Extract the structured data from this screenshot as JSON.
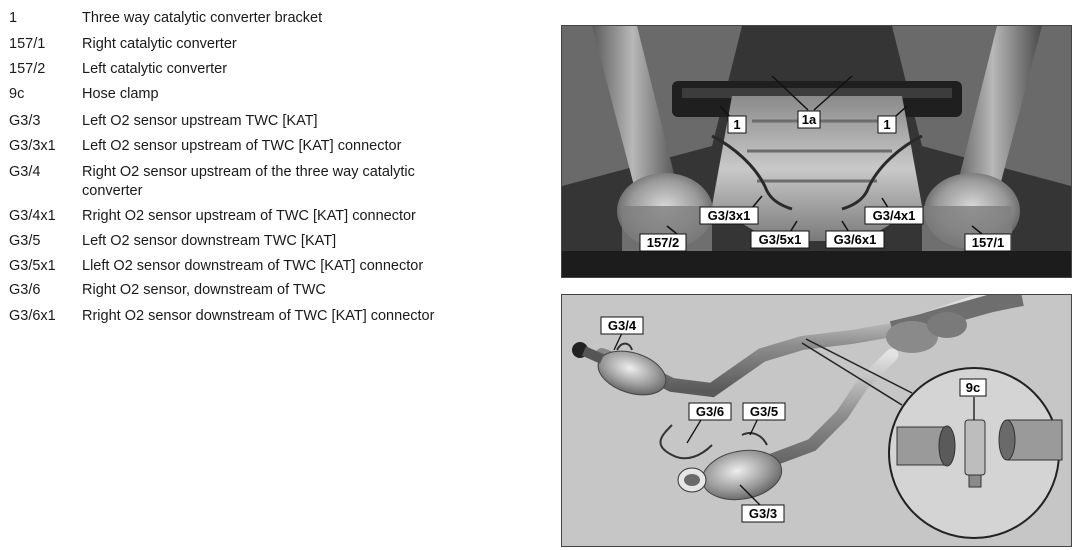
{
  "legend": [
    {
      "code": "1",
      "desc": "Three way catalytic converter bracket"
    },
    {
      "code": "157/1",
      "desc": "Right catalytic converter"
    },
    {
      "code": "157/2",
      "desc": "Left catalytic converter"
    },
    {
      "code": "9c",
      "desc": "Hose clamp"
    },
    {
      "code": "G3/3",
      "desc": "Left O2 sensor upstream TWC [KAT]"
    },
    {
      "code": "G3/3x1",
      "desc": "Left O2 sensor upstream of TWC [KAT] connector"
    },
    {
      "code": "G3/4",
      "desc": "Right O2 sensor upstream of the three way catalytic converter"
    },
    {
      "code": "G3/4x1",
      "desc": "Rright O2 sensor upstream of TWC [KAT] connector"
    },
    {
      "code": "G3/5",
      "desc": "Left O2 sensor downstream TWC [KAT]"
    },
    {
      "code": "G3/5x1",
      "desc": "Lleft O2 sensor downstream of TWC [KAT] connector"
    },
    {
      "code": "G3/6",
      "desc": "Right O2 sensor, downstream of TWC"
    },
    {
      "code": "G3/6x1",
      "desc": "Rright O2 sensor downstream of TWC [KAT] connector"
    }
  ],
  "figure_top": {
    "labels": {
      "bracket_left": "1",
      "bracket_center": "1a",
      "bracket_right": "1",
      "conn_g33x1": "G3/3x1",
      "conn_g34x1": "G3/4x1",
      "conn_g35x1": "G3/5x1",
      "conn_g36x1": "G3/6x1",
      "cat_left": "157/2",
      "cat_right": "157/1"
    }
  },
  "figure_bottom": {
    "labels": {
      "sensor_g34": "G3/4",
      "sensor_g36": "G3/6",
      "sensor_g35": "G3/5",
      "sensor_g33": "G3/3",
      "clamp_9c": "9c"
    }
  }
}
